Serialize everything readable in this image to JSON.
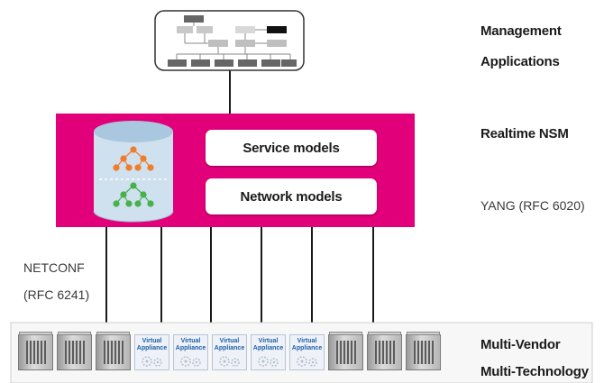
{
  "labels": {
    "management": "Management",
    "applications": "Applications",
    "realtime_nsm": "Realtime NSM",
    "yang": "YANG (RFC 6020)",
    "netconf": "NETCONF",
    "rfc_6241": "(RFC 6241)",
    "multi_vendor": "Multi-Vendor",
    "multi_technology": "Multi-Technology"
  },
  "models": {
    "service": "Service models",
    "network": "Network models"
  },
  "devices": [
    {
      "kind": "physical"
    },
    {
      "kind": "physical"
    },
    {
      "kind": "physical"
    },
    {
      "kind": "virtual",
      "line1": "Virtual",
      "line2": "Appliance"
    },
    {
      "kind": "virtual",
      "line1": "Virtual",
      "line2": "Appliance"
    },
    {
      "kind": "virtual",
      "line1": "Virtual",
      "line2": "Appliance"
    },
    {
      "kind": "virtual",
      "line1": "Virtual",
      "line2": "Appliance"
    },
    {
      "kind": "virtual",
      "line1": "Virtual",
      "line2": "Appliance"
    },
    {
      "kind": "physical"
    },
    {
      "kind": "physical"
    },
    {
      "kind": "physical"
    }
  ],
  "colors": {
    "nsm_block": "#e2007a",
    "cylinder": "#cfe0ee",
    "tree_top": "#f07d2b",
    "tree_bottom": "#47b14a",
    "connector": "#1a1a1a"
  }
}
